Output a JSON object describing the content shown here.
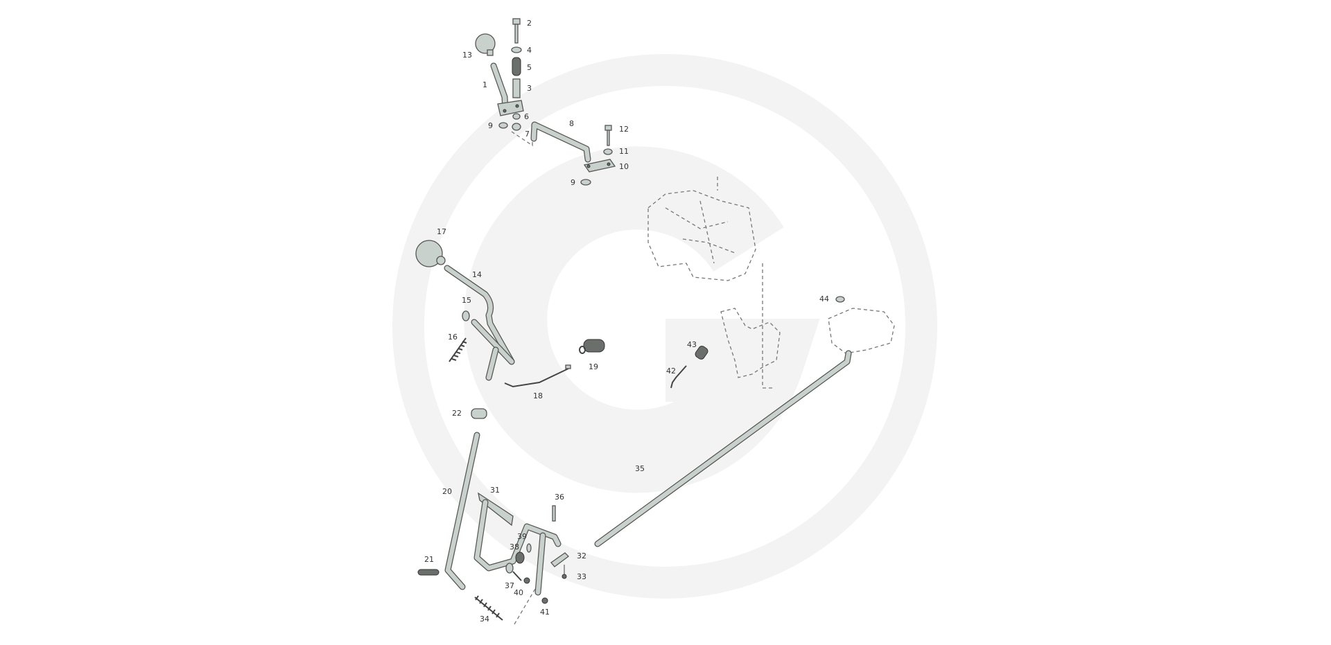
{
  "diagram": {
    "type": "exploded parts diagram",
    "callouts": [
      "1",
      "2",
      "3",
      "4",
      "5",
      "6",
      "7",
      "8",
      "9",
      "9",
      "10",
      "11",
      "12",
      "13",
      "14",
      "15",
      "16",
      "17",
      "18",
      "19",
      "20",
      "21",
      "22",
      "31",
      "32",
      "33",
      "34",
      "35",
      "36",
      "37",
      "38",
      "39",
      "40",
      "41",
      "42",
      "43",
      "44"
    ]
  },
  "colors": {
    "part_fill": "#c9d1cd",
    "outline": "#555555",
    "watermark": "#f3f3f3"
  }
}
